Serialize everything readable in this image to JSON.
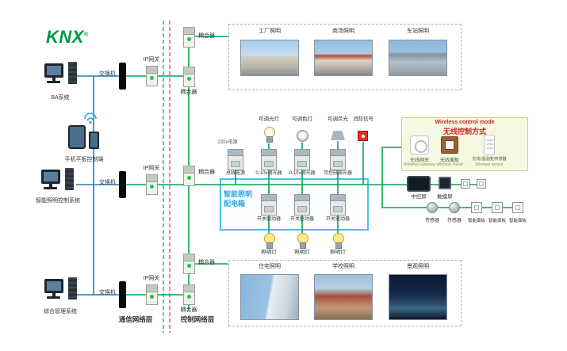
{
  "logo": {
    "text": "KNX",
    "reg": "®"
  },
  "left_devices": {
    "pc1": "BA系统",
    "mobile": "手机平板控制端",
    "pc3": "智能照明控制系统",
    "pc4": "综合管理系统"
  },
  "network": {
    "switch": "交换机",
    "gateway": "IP网关",
    "coupler": "耦合器",
    "comm_layer": "通信网络层",
    "ctrl_layer": "控制网络层"
  },
  "top_scenes": {
    "items": [
      {
        "label": "工厂照明"
      },
      {
        "label": "商场照明"
      },
      {
        "label": "车站照明"
      }
    ]
  },
  "bottom_scenes": {
    "items": [
      {
        "label": "住宅照明"
      },
      {
        "label": "学校照明"
      },
      {
        "label": "景观照明"
      }
    ]
  },
  "panel": {
    "title1": "智能照明",
    "title2": "配电箱",
    "power": "220v电源",
    "lamps_top": [
      {
        "label": "可调光灯"
      },
      {
        "label": "可调色灯"
      },
      {
        "label": "可调荧光"
      },
      {
        "label": "消防信号"
      }
    ],
    "modules_top": [
      {
        "label": "总线电源"
      },
      {
        "label": "0-10v调光器"
      },
      {
        "label": "0-10v调光器"
      },
      {
        "label": "可控硅调光器"
      }
    ],
    "modules_bottom": [
      {
        "label": "开关驱动器"
      },
      {
        "label": "开关驱动器"
      },
      {
        "label": "开关驱动器"
      }
    ],
    "lamps_bottom": [
      {
        "label": "照明灯"
      },
      {
        "label": "照明灯"
      },
      {
        "label": "照明灯"
      }
    ]
  },
  "wireless": {
    "title_en": "Wireless control mode",
    "title_zh": "无线控制方式",
    "items": [
      {
        "zh": "无线网关",
        "en": "Wireless Gateway"
      },
      {
        "zh": "无线面板",
        "en": "Wireless Panel"
      },
      {
        "zh": "无线(温湿度)传感器",
        "en": "Wireless sensor"
      }
    ]
  },
  "right_devices": {
    "row1": [
      {
        "label": "中控屏"
      },
      {
        "label": "触摸屏"
      }
    ],
    "row2": [
      {
        "label": "传感器"
      },
      {
        "label": "传感器"
      },
      {
        "label": "智能面板"
      },
      {
        "label": "智能面板"
      },
      {
        "label": "智能面板"
      }
    ]
  },
  "colors": {
    "bus_green": "#00a651",
    "ethernet_blue": "#1f7fc4",
    "boundary_magenta": "#ec1e8c",
    "panel_blue": "#49c0f0",
    "alert_red": "#cc2222"
  }
}
